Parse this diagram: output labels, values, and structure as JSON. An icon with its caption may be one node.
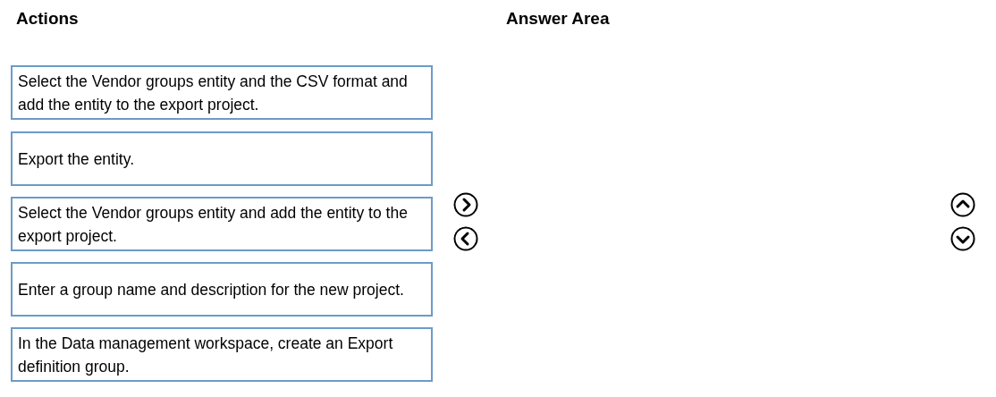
{
  "diagram": {
    "nodes": [
      {
        "text": [
          "Select the Vendor groups entity and the CSV format and add the entity to the export project."
        ]
      },
      {
        "text": [
          "Export the entity."
        ]
      },
      {
        "text": [
          "Select the Vendor groups entity and add the entity to the export project."
        ]
      },
      {
        "text": [
          "Enter a group name and description for the new project."
        ]
      },
      {
        "text": [
          "In the Data management workspace, create an Export definition group."
        ]
      }
    ],
    "edges": [],
    "labels": [
      "Actions",
      "Answer Area"
    ]
  }
}
